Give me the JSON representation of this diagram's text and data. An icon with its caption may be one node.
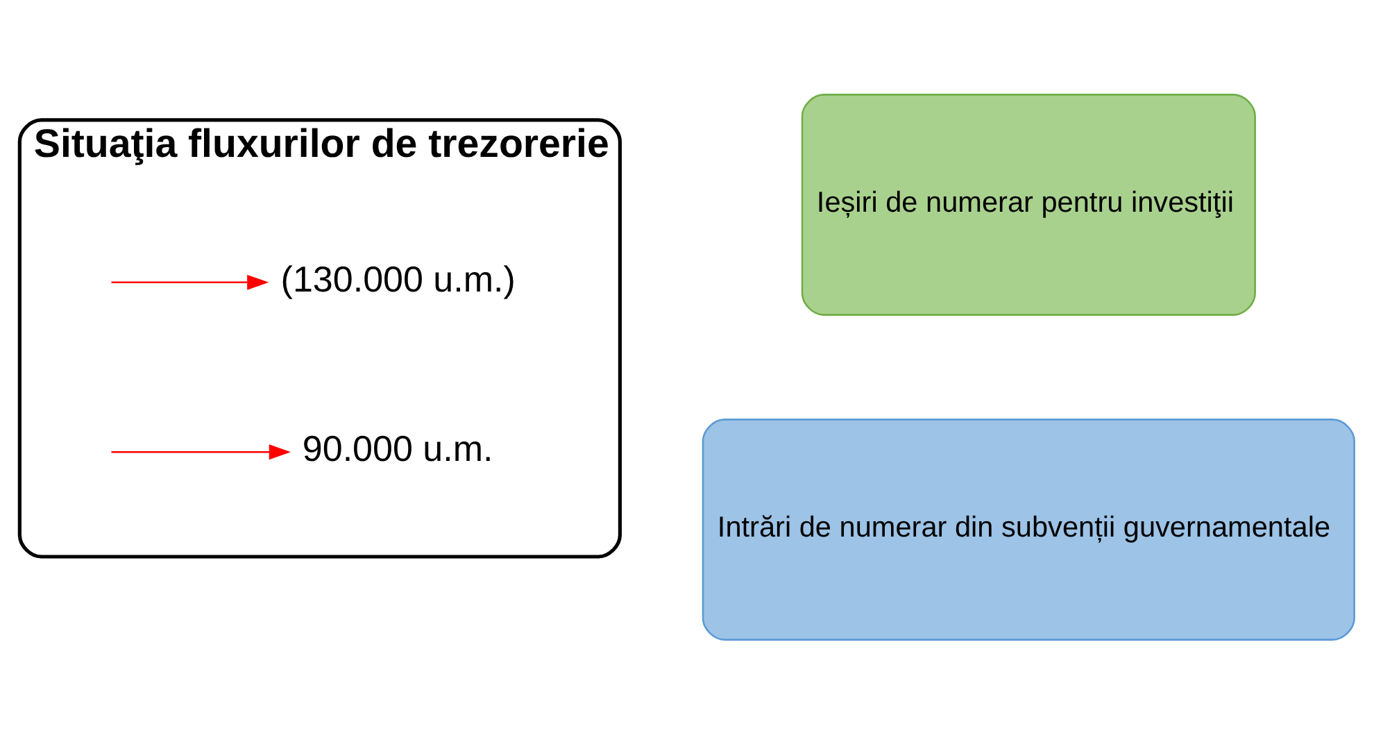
{
  "diagram": {
    "nodes": [
      {
        "text": [
          "Situaţia fluxurilor de trezorerie"
        ]
      },
      {
        "text": [
          "(130.000 u.m.)"
        ],
        "in": 0
      },
      {
        "text": [
          "90.000 u.m."
        ],
        "in": 0
      },
      {
        "text": [
          "Ieșiri de numerar pentru investiţii"
        ]
      },
      {
        "text": [
          "Intrări de numerar din subvenții guvernamentale"
        ]
      }
    ],
    "edges": [
      {
        "from": null,
        "to": 1,
        "arrow": "to",
        "color": "#ff0000"
      },
      {
        "from": null,
        "to": 2,
        "arrow": "to",
        "color": "#ff0000"
      }
    ]
  }
}
